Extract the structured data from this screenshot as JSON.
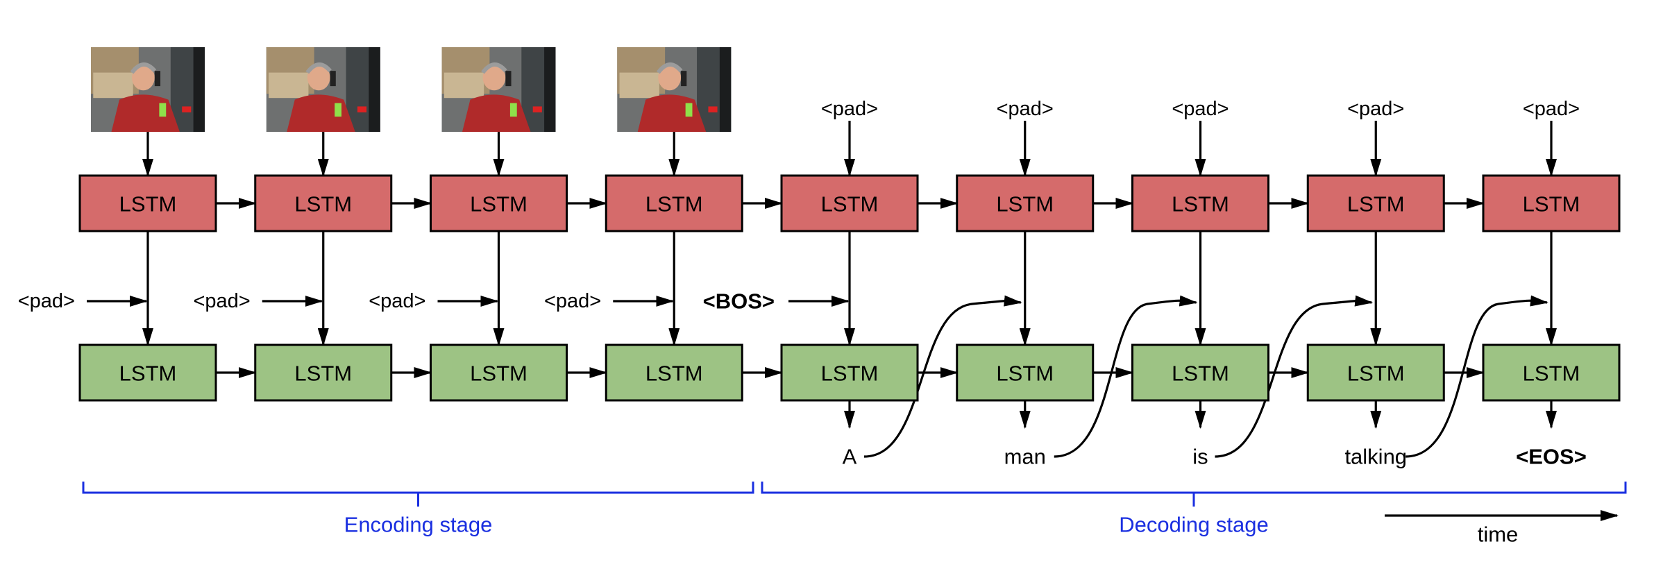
{
  "colors": {
    "top_lstm_fill": "#d56b6b",
    "bottom_lstm_fill": "#9dc384",
    "box_stroke": "#000000",
    "stage_blue": "#1a2fe0",
    "frame_bg": "#8a6a4a",
    "frame_person": "#b02a2a"
  },
  "lstm_label": "LSTM",
  "top_inputs": [
    "<pad>",
    "<pad>",
    "<pad>",
    "<pad>",
    "<pad>"
  ],
  "bottom_inputs": [
    "<pad>",
    "<pad>",
    "<pad>",
    "<pad>",
    "<BOS>"
  ],
  "outputs": [
    "A",
    "man",
    "is",
    "talking",
    "<EOS>"
  ],
  "stages": {
    "encoding": "Encoding stage",
    "decoding": "Decoding stage"
  },
  "time_label": "time",
  "frame_count": 4,
  "column_count": 9
}
